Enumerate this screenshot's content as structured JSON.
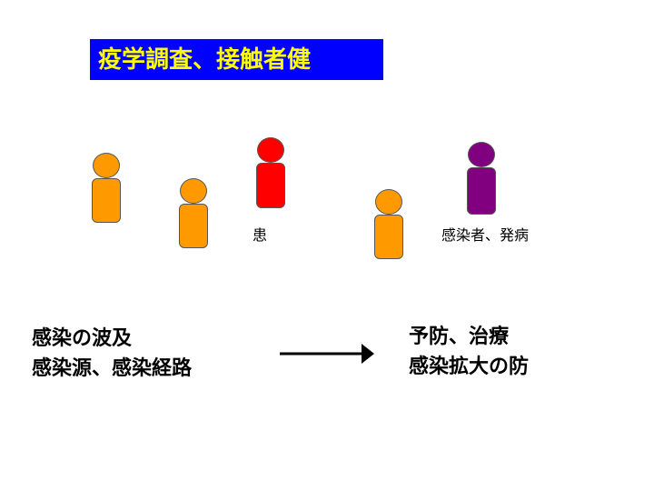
{
  "title": "疫学調査、接触者健",
  "colors": {
    "title_bg": "#0000ff",
    "title_text": "#ffff00",
    "contact": "#ff9900",
    "patient": "#ff0000",
    "infected": "#800080"
  },
  "people": [
    {
      "role": "contact",
      "color": "#ff9900"
    },
    {
      "role": "contact",
      "color": "#ff9900"
    },
    {
      "role": "patient",
      "color": "#ff0000"
    },
    {
      "role": "contact",
      "color": "#ff9900"
    },
    {
      "role": "infected",
      "color": "#800080"
    }
  ],
  "labels": {
    "patient": "患",
    "infected": "感染者、発病"
  },
  "left_block": {
    "line1": "感染の波及",
    "line2": "感染源、感染経路"
  },
  "right_block": {
    "line1": "予防、治療",
    "line2": "感染拡大の防"
  }
}
